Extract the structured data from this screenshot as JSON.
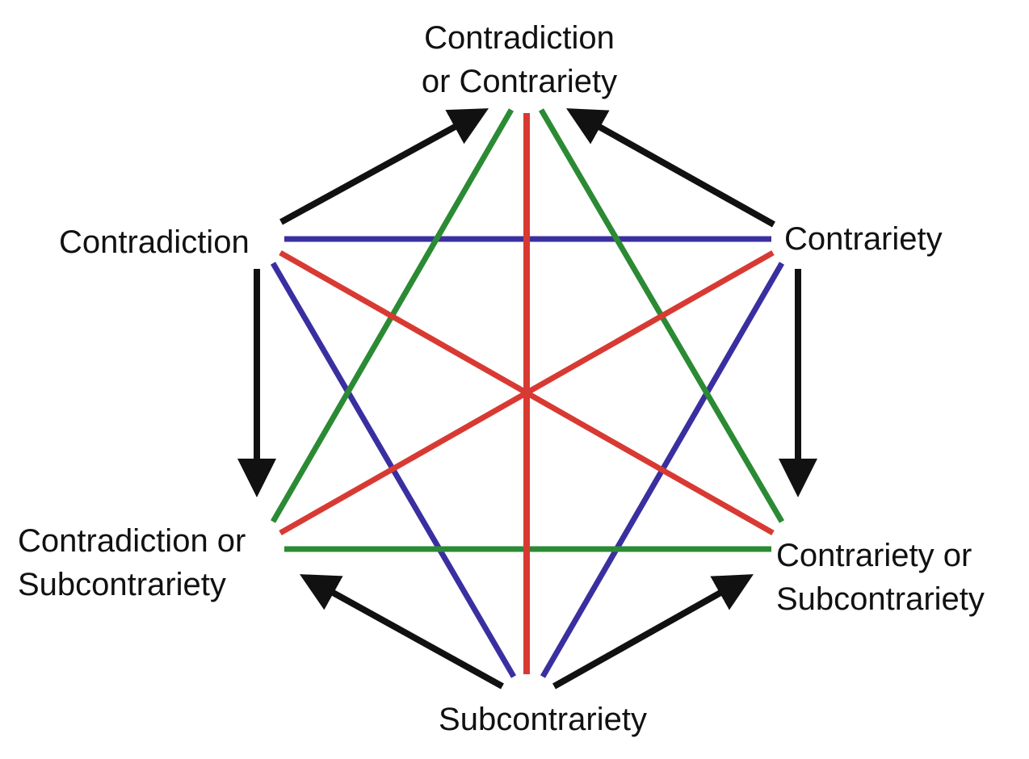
{
  "colors": {
    "contradiction_line": "#3a2fa0",
    "contrariety_line": "#d83a33",
    "subcontrariety_line": "#2b8a34",
    "implication_arrow": "#111111"
  },
  "nodes": {
    "top": {
      "line1": "Contradiction",
      "line2": "or Contrariety"
    },
    "upper_left": {
      "line1": "Contradiction"
    },
    "upper_right": {
      "line1": "Contrariety"
    },
    "lower_left": {
      "line1": "Contradiction or",
      "line2": "Subcontrariety"
    },
    "lower_right": {
      "line1": "Contrariety or",
      "line2": "Subcontrariety"
    },
    "bottom": {
      "line1": "Subcontrariety"
    }
  }
}
